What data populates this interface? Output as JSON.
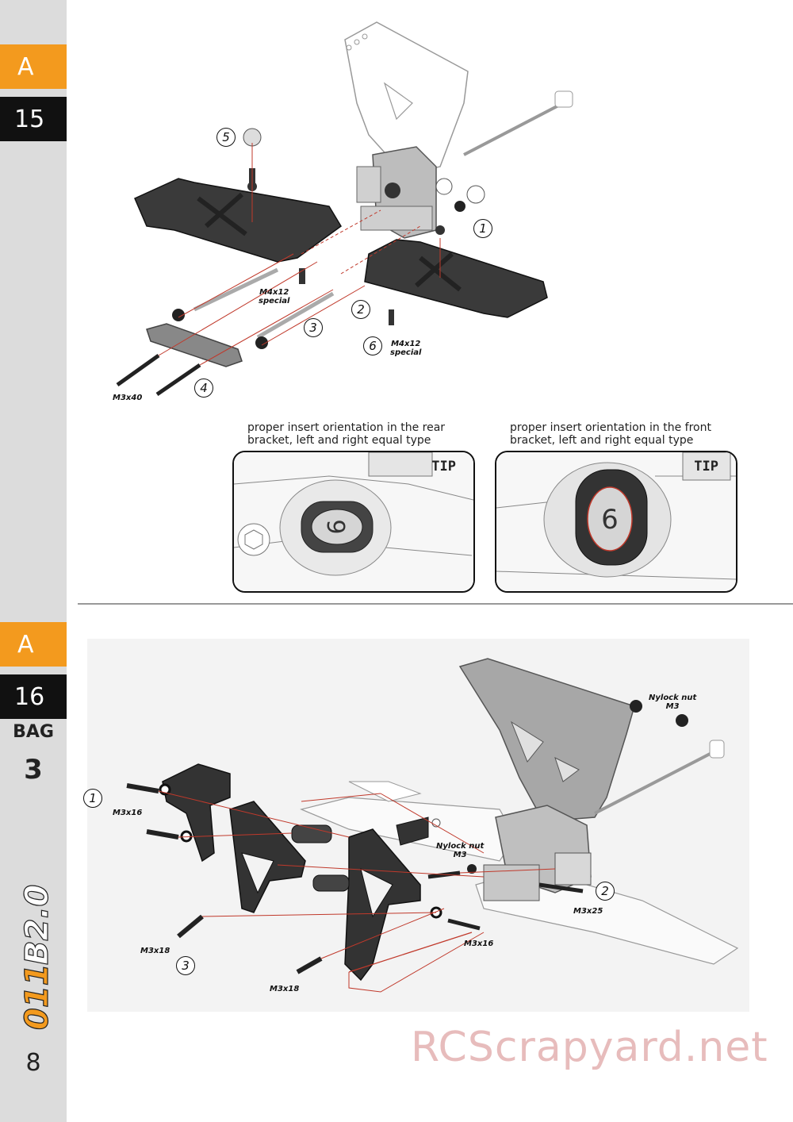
{
  "sidebar": {
    "step1": {
      "letter": "A",
      "number": "15"
    },
    "step2": {
      "letter": "A",
      "number": "16"
    },
    "bag_label": "BAG",
    "bag_number": "3",
    "logo_text": "B2.0",
    "page_number": "8"
  },
  "step15": {
    "labels": {
      "screw_m4x12_left": "M4x12\nspecial",
      "screw_m4x12_right": "M4x12\nspecial",
      "screw_m3x40": "M3x40"
    },
    "callouts": [
      "5",
      "1",
      "2",
      "3",
      "6",
      "4"
    ]
  },
  "tips": [
    {
      "caption": "proper insert orientation in the rear bracket, left and right equal type",
      "tag": "TIP",
      "insert_mark": "6"
    },
    {
      "caption": "proper insert orientation in the front bracket, left and right equal type",
      "tag": "TIP",
      "insert_mark": "6"
    }
  ],
  "step16": {
    "labels": {
      "nylock_top": "Nylock nut\nM3",
      "nylock_mid": "Nylock nut\nM3",
      "m3x16_left": "M3x16",
      "m3x25": "M3x25",
      "m3x16_right": "M3x16",
      "m3x18_left": "M3x18",
      "m3x18_bottom": "M3x18"
    },
    "callouts": [
      "1",
      "2",
      "3"
    ]
  },
  "watermark": "RCScrapyard.net"
}
